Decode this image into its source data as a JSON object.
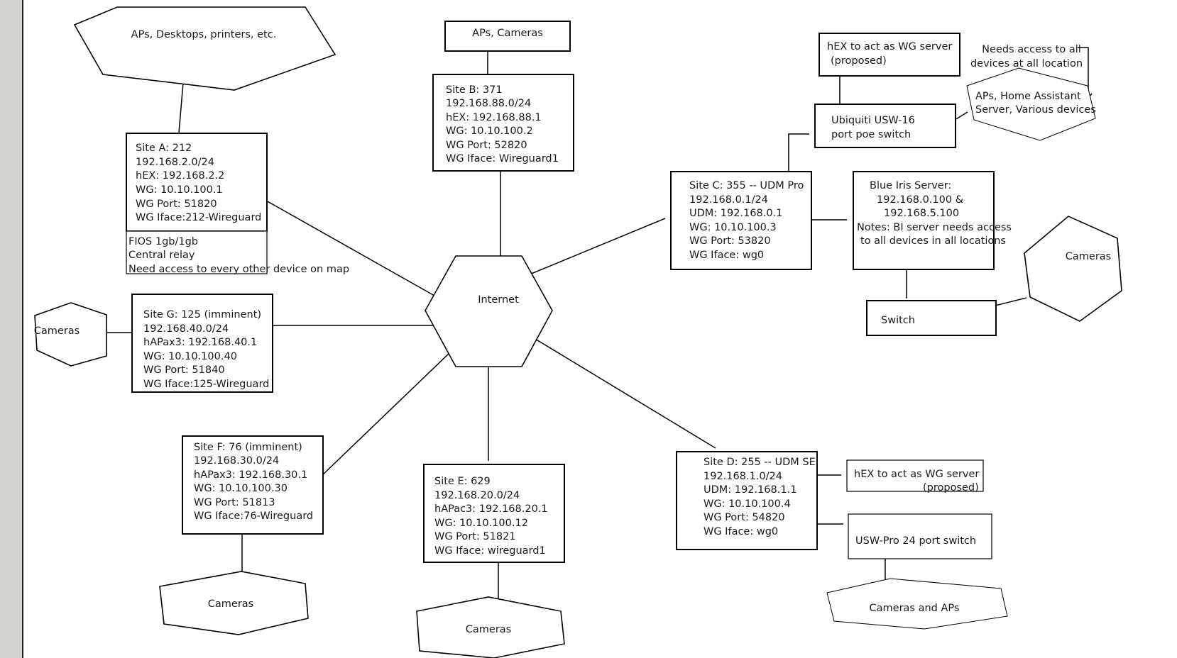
{
  "nodes": {
    "internet": "Internet",
    "site_a": [
      "Site A:  212",
      "192.168.2.0/24",
      "hEX: 192.168.2.2",
      "WG: 10.10.100.1",
      "WG Port: 51820",
      "WG Iface:212-Wireguard"
    ],
    "site_a_notes": [
      "FIOS 1gb/1gb",
      "Central relay",
      "Need access to every other device on map"
    ],
    "site_a_devices": "APs, Desktops, printers, etc.",
    "site_b": [
      "Site B:  371",
      "192.168.88.0/24",
      "hEX: 192.168.88.1",
      "WG: 10.10.100.2",
      "WG Port: 52820",
      "WG Iface: Wireguard1"
    ],
    "site_b_devices": "APs, Cameras",
    "site_c": [
      "Site C:  355 -- UDM Pro",
      "192.168.0.1/24",
      "UDM: 192.168.0.1",
      "WG: 10.10.100.3",
      "WG Port: 53820",
      "WG Iface: wg0"
    ],
    "site_c_hex": [
      "hEX to act as WG server",
      "(proposed)"
    ],
    "site_c_switch": [
      "Ubiquiti USW-16",
      "port poe switch"
    ],
    "site_c_devices": [
      "APs, Home Assistant",
      "Server, Various devices"
    ],
    "site_c_devices_note": [
      "Needs access to all",
      "devices at all location"
    ],
    "blue_iris": [
      "Blue Iris Server:",
      "192.168.0.100 &",
      "192.168.5.100",
      "Notes:  BI server needs access",
      "to all devices in all locations"
    ],
    "blue_iris_switch": "Switch",
    "blue_iris_cameras": "Cameras",
    "site_d": [
      "Site D:  255 -- UDM SE",
      "192.168.1.0/24",
      "UDM: 192.168.1.1",
      "WG: 10.10.100.4",
      "WG Port: 54820",
      "WG Iface: wg0"
    ],
    "site_d_hex": [
      "hEX to act as WG server",
      "(proposed)"
    ],
    "site_d_switch": "USW-Pro 24 port switch",
    "site_d_devices": "Cameras and APs",
    "site_e": [
      "Site E: 629",
      "192.168.20.0/24",
      "hAPac3: 192.168.20.1",
      "WG: 10.10.100.12",
      "WG Port: 51821",
      "WG Iface: wireguard1"
    ],
    "site_e_cameras": "Cameras",
    "site_f": [
      "Site F:  76 (imminent)",
      "192.168.30.0/24",
      "hAPax3: 192.168.30.1",
      "WG: 10.10.100.30",
      "WG Port: 51813",
      "WG Iface:76-Wireguard"
    ],
    "site_f_cameras": "Cameras",
    "site_g": [
      "Site G:  125 (imminent)",
      "192.168.40.0/24",
      "hAPax3: 192.168.40.1",
      "WG: 10.10.100.40",
      "WG Port: 51840",
      "WG Iface:125-Wireguard"
    ],
    "site_g_cameras": "Cameras"
  }
}
